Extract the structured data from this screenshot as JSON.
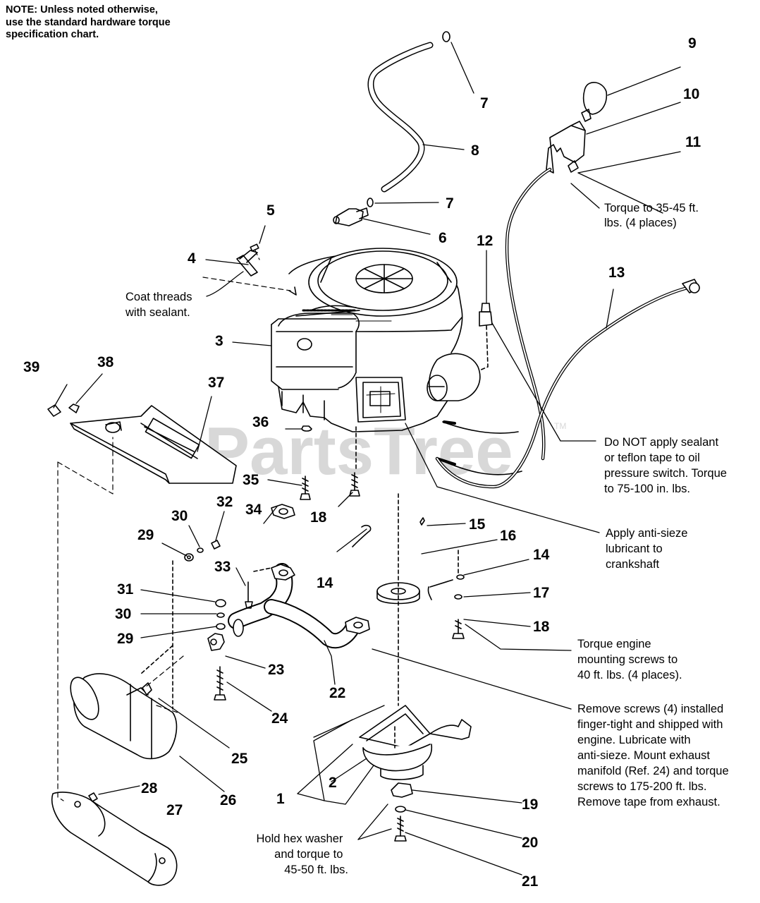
{
  "note": {
    "lines": [
      "NOTE: Unless noted otherwise,",
      "use the standard hardware torque",
      "specification chart."
    ]
  },
  "watermark": {
    "text": "PartsTree",
    "trademark": "TM"
  },
  "callouts": {
    "c1": "1",
    "c2": "2",
    "c3": "3",
    "c4": "4",
    "c5": "5",
    "c6": "6",
    "c7a": "7",
    "c7b": "7",
    "c8": "8",
    "c9": "9",
    "c10": "10",
    "c11": "11",
    "c12": "12",
    "c13": "13",
    "c14a": "14",
    "c14b": "14",
    "c15": "15",
    "c16": "16",
    "c17": "17",
    "c18a": "18",
    "c18b": "18",
    "c19": "19",
    "c20": "20",
    "c21": "21",
    "c22": "22",
    "c23": "23",
    "c24": "24",
    "c25": "25",
    "c26": "26",
    "c27": "27",
    "c28": "28",
    "c29a": "29",
    "c29b": "29",
    "c30a": "30",
    "c30b": "30",
    "c31": "31",
    "c32": "32",
    "c33": "33",
    "c34": "34",
    "c35": "35",
    "c36": "36",
    "c37": "37",
    "c38": "38",
    "c39": "39"
  },
  "annotations": {
    "coat_threads": [
      "Coat threads",
      "with sealant."
    ],
    "torque_35_45": [
      "Torque to 35-45 ft.",
      "lbs. (4 places)"
    ],
    "do_not_apply": [
      "Do NOT apply sealant",
      "or teflon tape to oil",
      "pressure switch. Torque",
      "to 75-100 in. lbs."
    ],
    "anti_sieze": [
      "Apply anti-sieze",
      "lubricant to",
      "crankshaft"
    ],
    "torque_engine": [
      "Torque engine",
      "mounting screws to",
      "40 ft. lbs. (4 places)."
    ],
    "remove_screws": [
      "Remove screws (4) installed",
      "finger-tight and shipped with",
      "engine. Lubricate with",
      "anti-sieze. Mount exhaust",
      "manifold (Ref. 24) and torque",
      "screws to 175-200 ft. lbs.",
      "Remove tape from exhaust."
    ],
    "hold_hex": [
      "Hold hex washer",
      "and torque to",
      "45-50 ft. lbs."
    ]
  }
}
